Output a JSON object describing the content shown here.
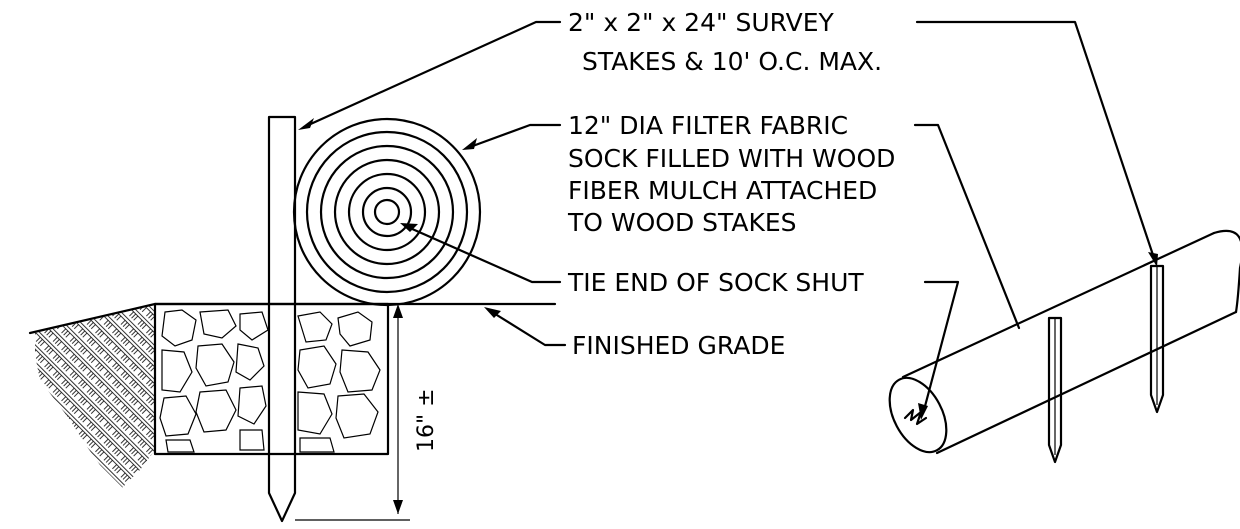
{
  "labels": {
    "stakes_line1": "2\" x 2\" x 24\" SURVEY",
    "stakes_line2": "STAKES & 10' O.C. MAX.",
    "sock_line1": "12\" DIA FILTER FABRIC",
    "sock_line2": "SOCK FILLED WITH WOOD",
    "sock_line3": "FIBER MULCH ATTACHED",
    "sock_line4": "TO WOOD STAKES",
    "tie_end": "TIE END OF SOCK SHUT",
    "finished_grade": "FINISHED GRADE"
  },
  "dimensions": {
    "depth": "16\" ±"
  },
  "colors": {
    "ink": "#000000",
    "background": "#ffffff"
  }
}
